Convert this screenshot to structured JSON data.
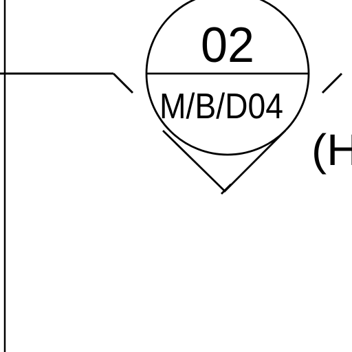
{
  "drawing": {
    "section_marker": {
      "number": "02",
      "sheet_reference": "M/B/D04"
    },
    "partial_label": "(H"
  },
  "colors": {
    "line": "#000000",
    "background": "#ffffff"
  }
}
